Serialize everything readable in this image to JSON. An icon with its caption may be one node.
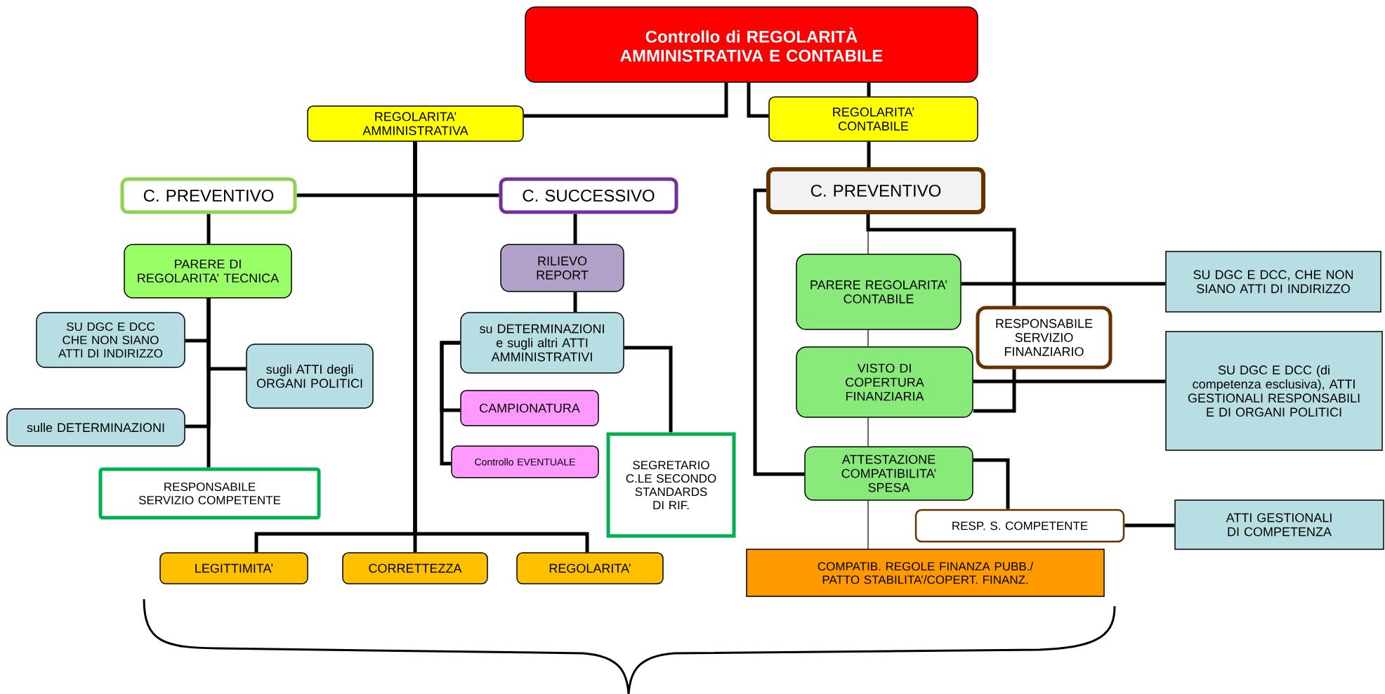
{
  "diagram": {
    "nodes": [
      {
        "text": [
          "Controllo di REGOLARITÀ AMMINISTRATIVA E CONTABILE"
        ]
      },
      {
        "text": [
          "REGOLARITA’ AMMINISTRATIVA"
        ]
      },
      {
        "text": [
          "REGOLARITA’ CONTABILE"
        ]
      },
      {
        "text": [
          "C. PREVENTIVO"
        ]
      },
      {
        "text": [
          "C. SUCCESSIVO"
        ]
      },
      {
        "text": [
          "PARERE DI REGOLARITA’ TECNICA"
        ]
      },
      {
        "text": [
          "SU DGC E DCC CHE NON SIANO ATTI DI INDIRIZZO"
        ]
      },
      {
        "text": [
          "sugli ATTI degli ORGANI POLITICI"
        ]
      },
      {
        "text": [
          "sulle DETERMINAZIONI"
        ]
      },
      {
        "text": [
          "RESPONSABILE SERVIZIO COMPETENTE"
        ]
      },
      {
        "text": [
          "RILIEVO REPORT"
        ]
      },
      {
        "text": [
          "su DETERMINAZIONI e sugli altri ATTI AMMINISTRATIVI"
        ]
      },
      {
        "text": [
          "CAMPIONATURA"
        ]
      },
      {
        "text": [
          "Controllo EVENTUALE"
        ]
      },
      {
        "text": [
          "SEGRETARIO C.LE SECONDO STANDARDS DI RIF."
        ]
      },
      {
        "text": [
          "LEGITTIMITA’"
        ]
      },
      {
        "text": [
          "CORRETTEZZA"
        ]
      },
      {
        "text": [
          "REGOLARITA’"
        ]
      },
      {
        "text": [
          "C. PREVENTIVO"
        ]
      },
      {
        "text": [
          "PARERE REGOLARITA’ CONTABILE"
        ]
      },
      {
        "text": [
          "RESPONSABILE SERVIZIO FINANZIARIO"
        ]
      },
      {
        "text": [
          "VISTO DI COPERTURA FINANZIARIA"
        ]
      },
      {
        "text": [
          "ATTESTAZIONE COMPATIBILITA’ SPESA"
        ]
      },
      {
        "text": [
          "RESP. S. COMPETENTE"
        ]
      },
      {
        "text": [
          "COMPATIB. REGOLE FINANZA PUBB./ PATTO STABILITA’/COPERT. FINANZ."
        ]
      },
      {
        "text": [
          "SU DGC E DCC, CHE NON SIANO ATTI DI INDIRIZZO"
        ]
      },
      {
        "text": [
          "SU DGC E DCC (di competenza esclusiva), ATTI GESTIONALI RESPONSABILI E DI ORGANI POLITICI"
        ]
      },
      {
        "text": [
          "ATTI GESTIONALI DI COMPETENZA"
        ]
      }
    ],
    "edges": [
      {
        "from": 0,
        "to": 1,
        "arrow": "none"
      },
      {
        "from": 0,
        "to": 2,
        "arrow": "none"
      },
      {
        "from": 0,
        "to": 2,
        "arrow": "none"
      },
      {
        "from": 2,
        "to": 18,
        "arrow": "none"
      },
      {
        "from": 1,
        "to": 3,
        "arrow": "none"
      },
      {
        "from": 1,
        "to": 4,
        "arrow": "none"
      },
      {
        "from": 1,
        "to": 15,
        "arrow": "none"
      },
      {
        "from": 1,
        "to": 16,
        "arrow": "none"
      },
      {
        "from": 1,
        "to": 17,
        "arrow": "none"
      },
      {
        "from": 3,
        "to": 5,
        "arrow": "none"
      },
      {
        "from": 5,
        "to": 6,
        "arrow": "none"
      },
      {
        "from": 5,
        "to": 7,
        "arrow": "none"
      },
      {
        "from": 5,
        "to": 8,
        "arrow": "none"
      },
      {
        "from": 5,
        "to": 9,
        "arrow": "none"
      },
      {
        "from": 4,
        "to": 10,
        "arrow": "none"
      },
      {
        "from": 10,
        "to": 11,
        "arrow": "none"
      },
      {
        "from": 11,
        "to": 12,
        "arrow": "none"
      },
      {
        "from": 11,
        "to": 13,
        "arrow": "none"
      },
      {
        "from": 11,
        "to": 14,
        "arrow": "none"
      },
      {
        "from": 18,
        "to": 22,
        "arrow": "none"
      },
      {
        "from": 18,
        "to": 19,
        "arrow": "none"
      },
      {
        "from": 18,
        "to": 20,
        "arrow": "none"
      },
      {
        "from": 20,
        "to": 21,
        "arrow": "none"
      },
      {
        "from": 19,
        "to": 25,
        "arrow": "none"
      },
      {
        "from": 21,
        "to": 26,
        "arrow": "none"
      },
      {
        "from": 19,
        "to": 21,
        "arrow": "none"
      },
      {
        "from": 21,
        "to": 22,
        "arrow": "none"
      },
      {
        "from": 22,
        "to": 23,
        "arrow": "none"
      },
      {
        "from": 22,
        "to": 24,
        "arrow": "none"
      },
      {
        "from": 23,
        "to": 27,
        "arrow": "none"
      }
    ]
  }
}
